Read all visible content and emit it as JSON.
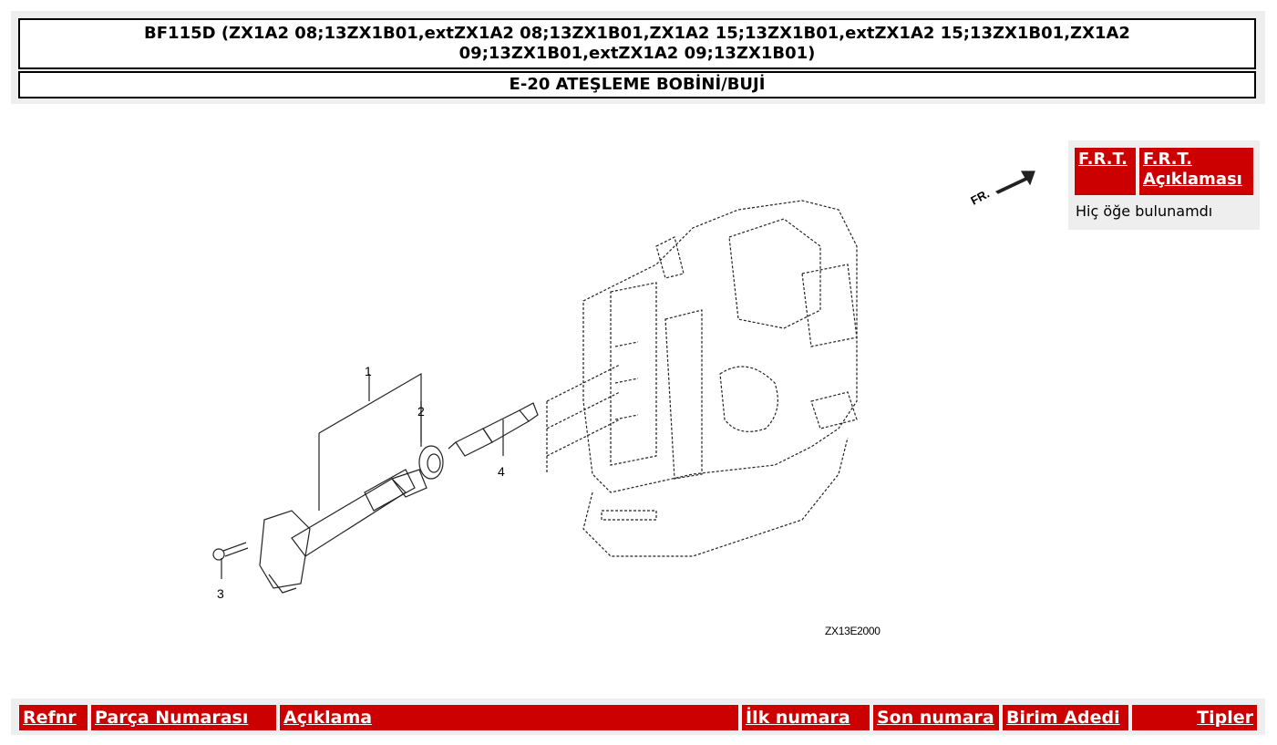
{
  "header": {
    "title_line1": "BF115D (ZX1A2 08;13ZX1B01,extZX1A2 08;13ZX1B01,ZX1A2 15;13ZX1B01,extZX1A2 15;13ZX1B01,ZX1A2",
    "title_line2": "09;13ZX1B01,extZX1A2 09;13ZX1B01)",
    "section": "E-20 ATEŞLEME BOBİNİ/BUJİ"
  },
  "diagram": {
    "callouts": [
      "1",
      "2",
      "3",
      "4"
    ],
    "direction_label": "FR.",
    "code": "ZX13E2000"
  },
  "frt": {
    "col1": "F.R.T.",
    "col2": "F.R.T. Açıklaması",
    "empty_text": "Hiç öğe bulunamdı"
  },
  "parts_table": {
    "columns": [
      "Refnr",
      "Parça Numarası",
      "Açıklama",
      "İlk numara",
      "Son numara",
      "Birim Adedi",
      "Tipler"
    ]
  },
  "colors": {
    "accent_red": "#cc0000",
    "panel_gray": "#eeeeee"
  }
}
